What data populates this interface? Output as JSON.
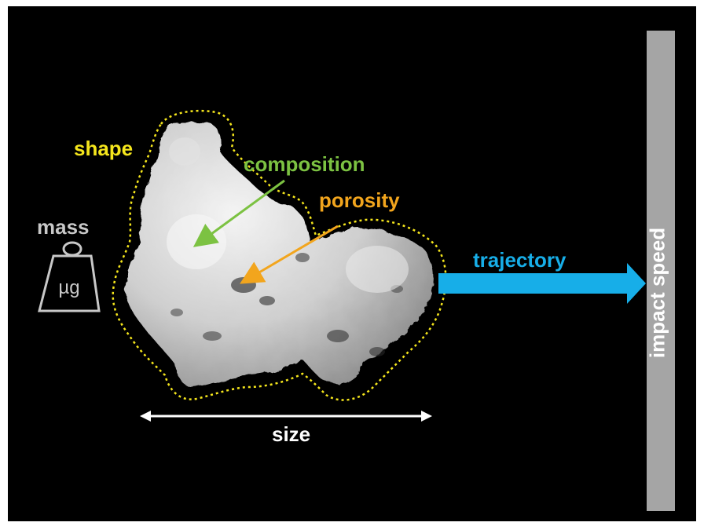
{
  "labels": {
    "shape": "shape",
    "composition": "composition",
    "porosity": "porosity",
    "mass": "mass",
    "weight_unit": "µg",
    "trajectory": "trajectory",
    "impact_speed": "impact speed",
    "size": "size"
  },
  "colors": {
    "background": "#000000",
    "shape": "#f5e61c",
    "composition": "#7cc242",
    "porosity": "#f2a51d",
    "trajectory": "#17aee8",
    "mass": "#c8c8c8",
    "wall": "#a5a5a5",
    "size": "#ffffff"
  },
  "icons": {
    "weight": "weight-icon",
    "particle": "dust-particle-image"
  }
}
